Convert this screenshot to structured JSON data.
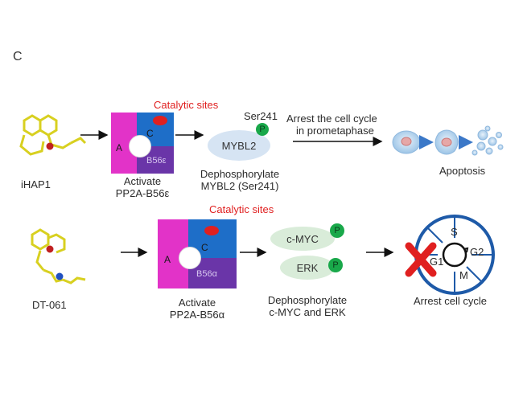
{
  "panel_label": "C",
  "row1": {
    "compound": "iHAP1",
    "catalytic": "Catalytic sites",
    "box_a": "A",
    "box_c": "C",
    "box_b": "B56ε",
    "activate_line1": "Activate",
    "activate_line2": "PP2A-B56ε",
    "ser": "Ser241",
    "p": "P",
    "target": "MYBL2",
    "deph_line1": "Dephosphorylate",
    "deph_line2": "MYBL2 (Ser241)",
    "arrest_line1": "Arrest the cell cycle",
    "arrest_line2": "in prometaphase",
    "outcome": "Apoptosis"
  },
  "row2": {
    "compound": "DT-061",
    "catalytic": "Catalytic sites",
    "box_a": "A",
    "box_c": "C",
    "box_b": "B56α",
    "activate_line1": "Activate",
    "activate_line2": "PP2A-B56α",
    "target1": "c-MYC",
    "target2": "ERK",
    "p": "P",
    "deph_line1": "Dephosphorylate",
    "deph_line2": "c-MYC and ERK",
    "phase_s": "S",
    "phase_g2": "G2",
    "phase_m": "M",
    "phase_g1": "G1",
    "outcome": "Arrest cell cycle"
  },
  "colors": {
    "subunit_a": "#e233c8",
    "subunit_c": "#1e6ec8",
    "subunit_b": "#6a35a8",
    "catalytic": "#e02020",
    "phospho": "#19a84a",
    "cell_cycle": "#1e5aa8"
  }
}
